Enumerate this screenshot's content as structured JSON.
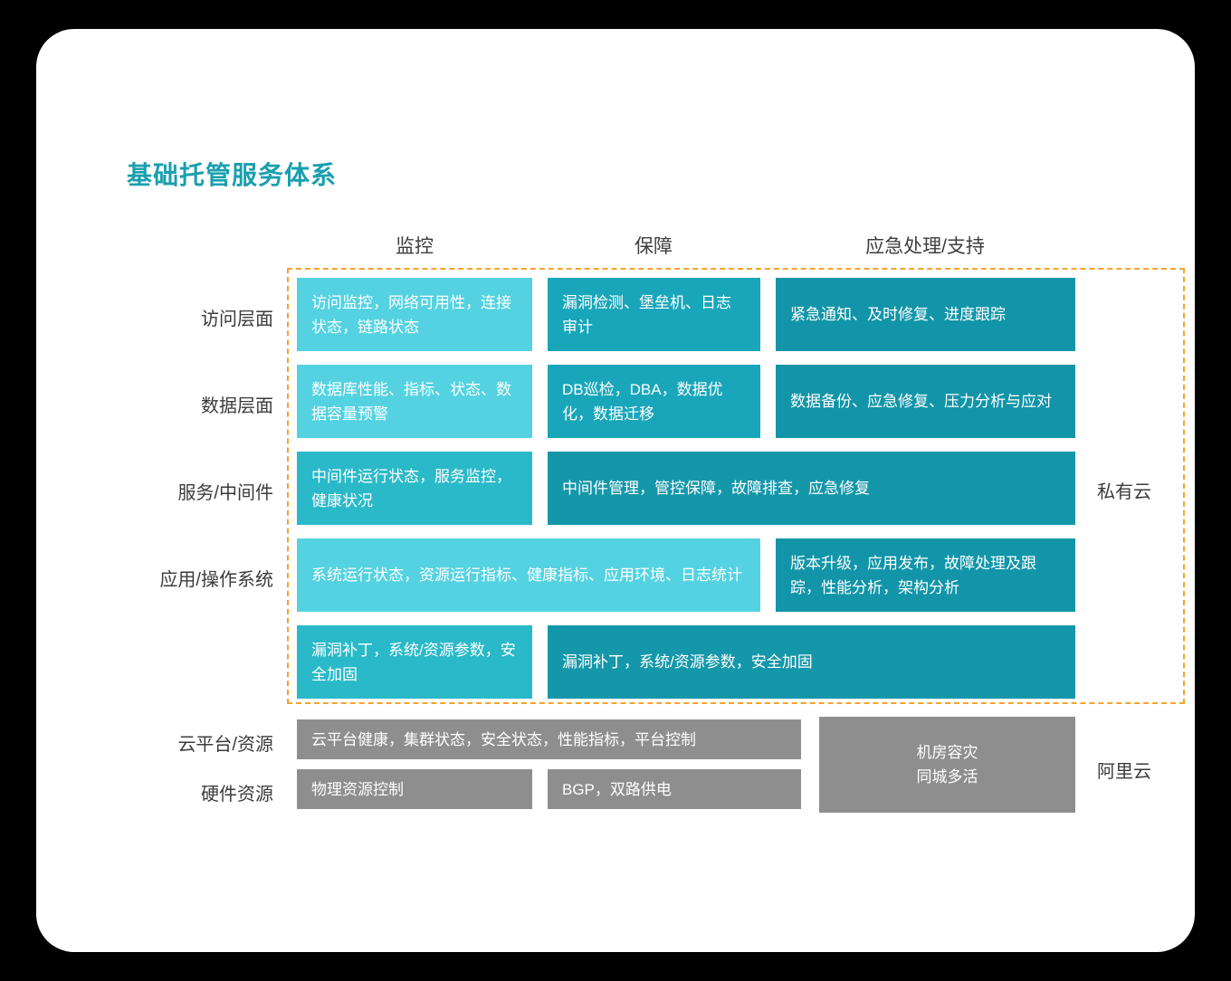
{
  "title": "基础托管服务体系",
  "column_headers": {
    "monitoring": "监控",
    "assurance": "保障",
    "emergency": "应急处理/支持"
  },
  "row_labels": {
    "access": "访问层面",
    "data": "数据层面",
    "middleware": "服务/中间件",
    "app_os": "应用/操作系统",
    "cloud_platform": "云平台/资源",
    "hardware": "硬件资源"
  },
  "zone_labels": {
    "private_cloud": "私有云",
    "alicloud": "阿里云"
  },
  "matrix": {
    "access": {
      "monitoring": "访问监控，网络可用性，连接状态，链路状态",
      "assurance": "漏洞检测、堡垒机、日志审计",
      "emergency": "紧急通知、及时修复、进度跟踪"
    },
    "data": {
      "monitoring": "数据库性能、指标、状态、数据容量预警",
      "assurance": "DB巡检，DBA，数据优化，数据迁移",
      "emergency": "数据备份、应急修复、压力分析与应对"
    },
    "middleware": {
      "monitoring": "中间件运行状态，服务监控，健康状况",
      "assurance_emergency": "中间件管理，管控保障，故障排查，应急修复"
    },
    "app_os": {
      "monitoring_assurance": "系统运行状态，资源运行指标、健康指标、应用环境、日志统计",
      "emergency": "版本升级，应用发布，故障处理及跟踪，性能分析，架构分析"
    },
    "patch": {
      "monitoring": "漏洞补丁，系统/资源参数，安全加固",
      "assurance_emergency": "漏洞补丁，系统/资源参数，安全加固"
    },
    "cloud_platform": {
      "monitoring_assurance": "云平台健康，集群状态，安全状态，性能指标，平台控制"
    },
    "hardware": {
      "monitoring": "物理资源控制",
      "assurance": "BGP，双路供电"
    },
    "datacenter": {
      "line1": "机房容灾",
      "line2": "同城多活"
    }
  },
  "colors": {
    "background": "#000000",
    "card": "#ffffff",
    "title_teal": "#1a9fae",
    "light_teal": "#54d2e1",
    "medium_teal": "#2ab9c8",
    "teal_assurance": "#19a6ba",
    "teal_emergency": "#1295a8",
    "teal_wide": "#1597aa",
    "grey_box": "#8e8e8e",
    "dashed_border_orange": "#f5a329",
    "label_text": "#3b3b3b"
  }
}
